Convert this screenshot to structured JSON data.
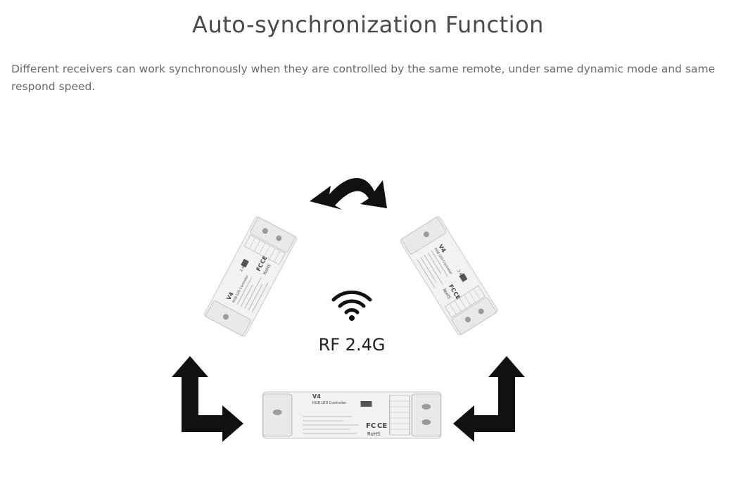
{
  "header": {
    "title": "Auto-synchronization Function",
    "description": "Different receivers can work synchronously when they are controlled by the same remote, under same dynamic mode and same respond speed."
  },
  "signal": {
    "icon": "wifi-icon",
    "label": "RF 2.4G"
  },
  "receiver": {
    "model": "V4",
    "product": "RGB LED Controller",
    "band": "2.4G",
    "cert_fc": "FC",
    "cert_ce": "CE",
    "cert_rohs": "RoHS"
  },
  "colors": {
    "title": "#4a4a4a",
    "text": "#6a6a6a",
    "arrow": "#111111",
    "device_body": "#f1f1f1",
    "device_outline": "#c8c8c8"
  }
}
